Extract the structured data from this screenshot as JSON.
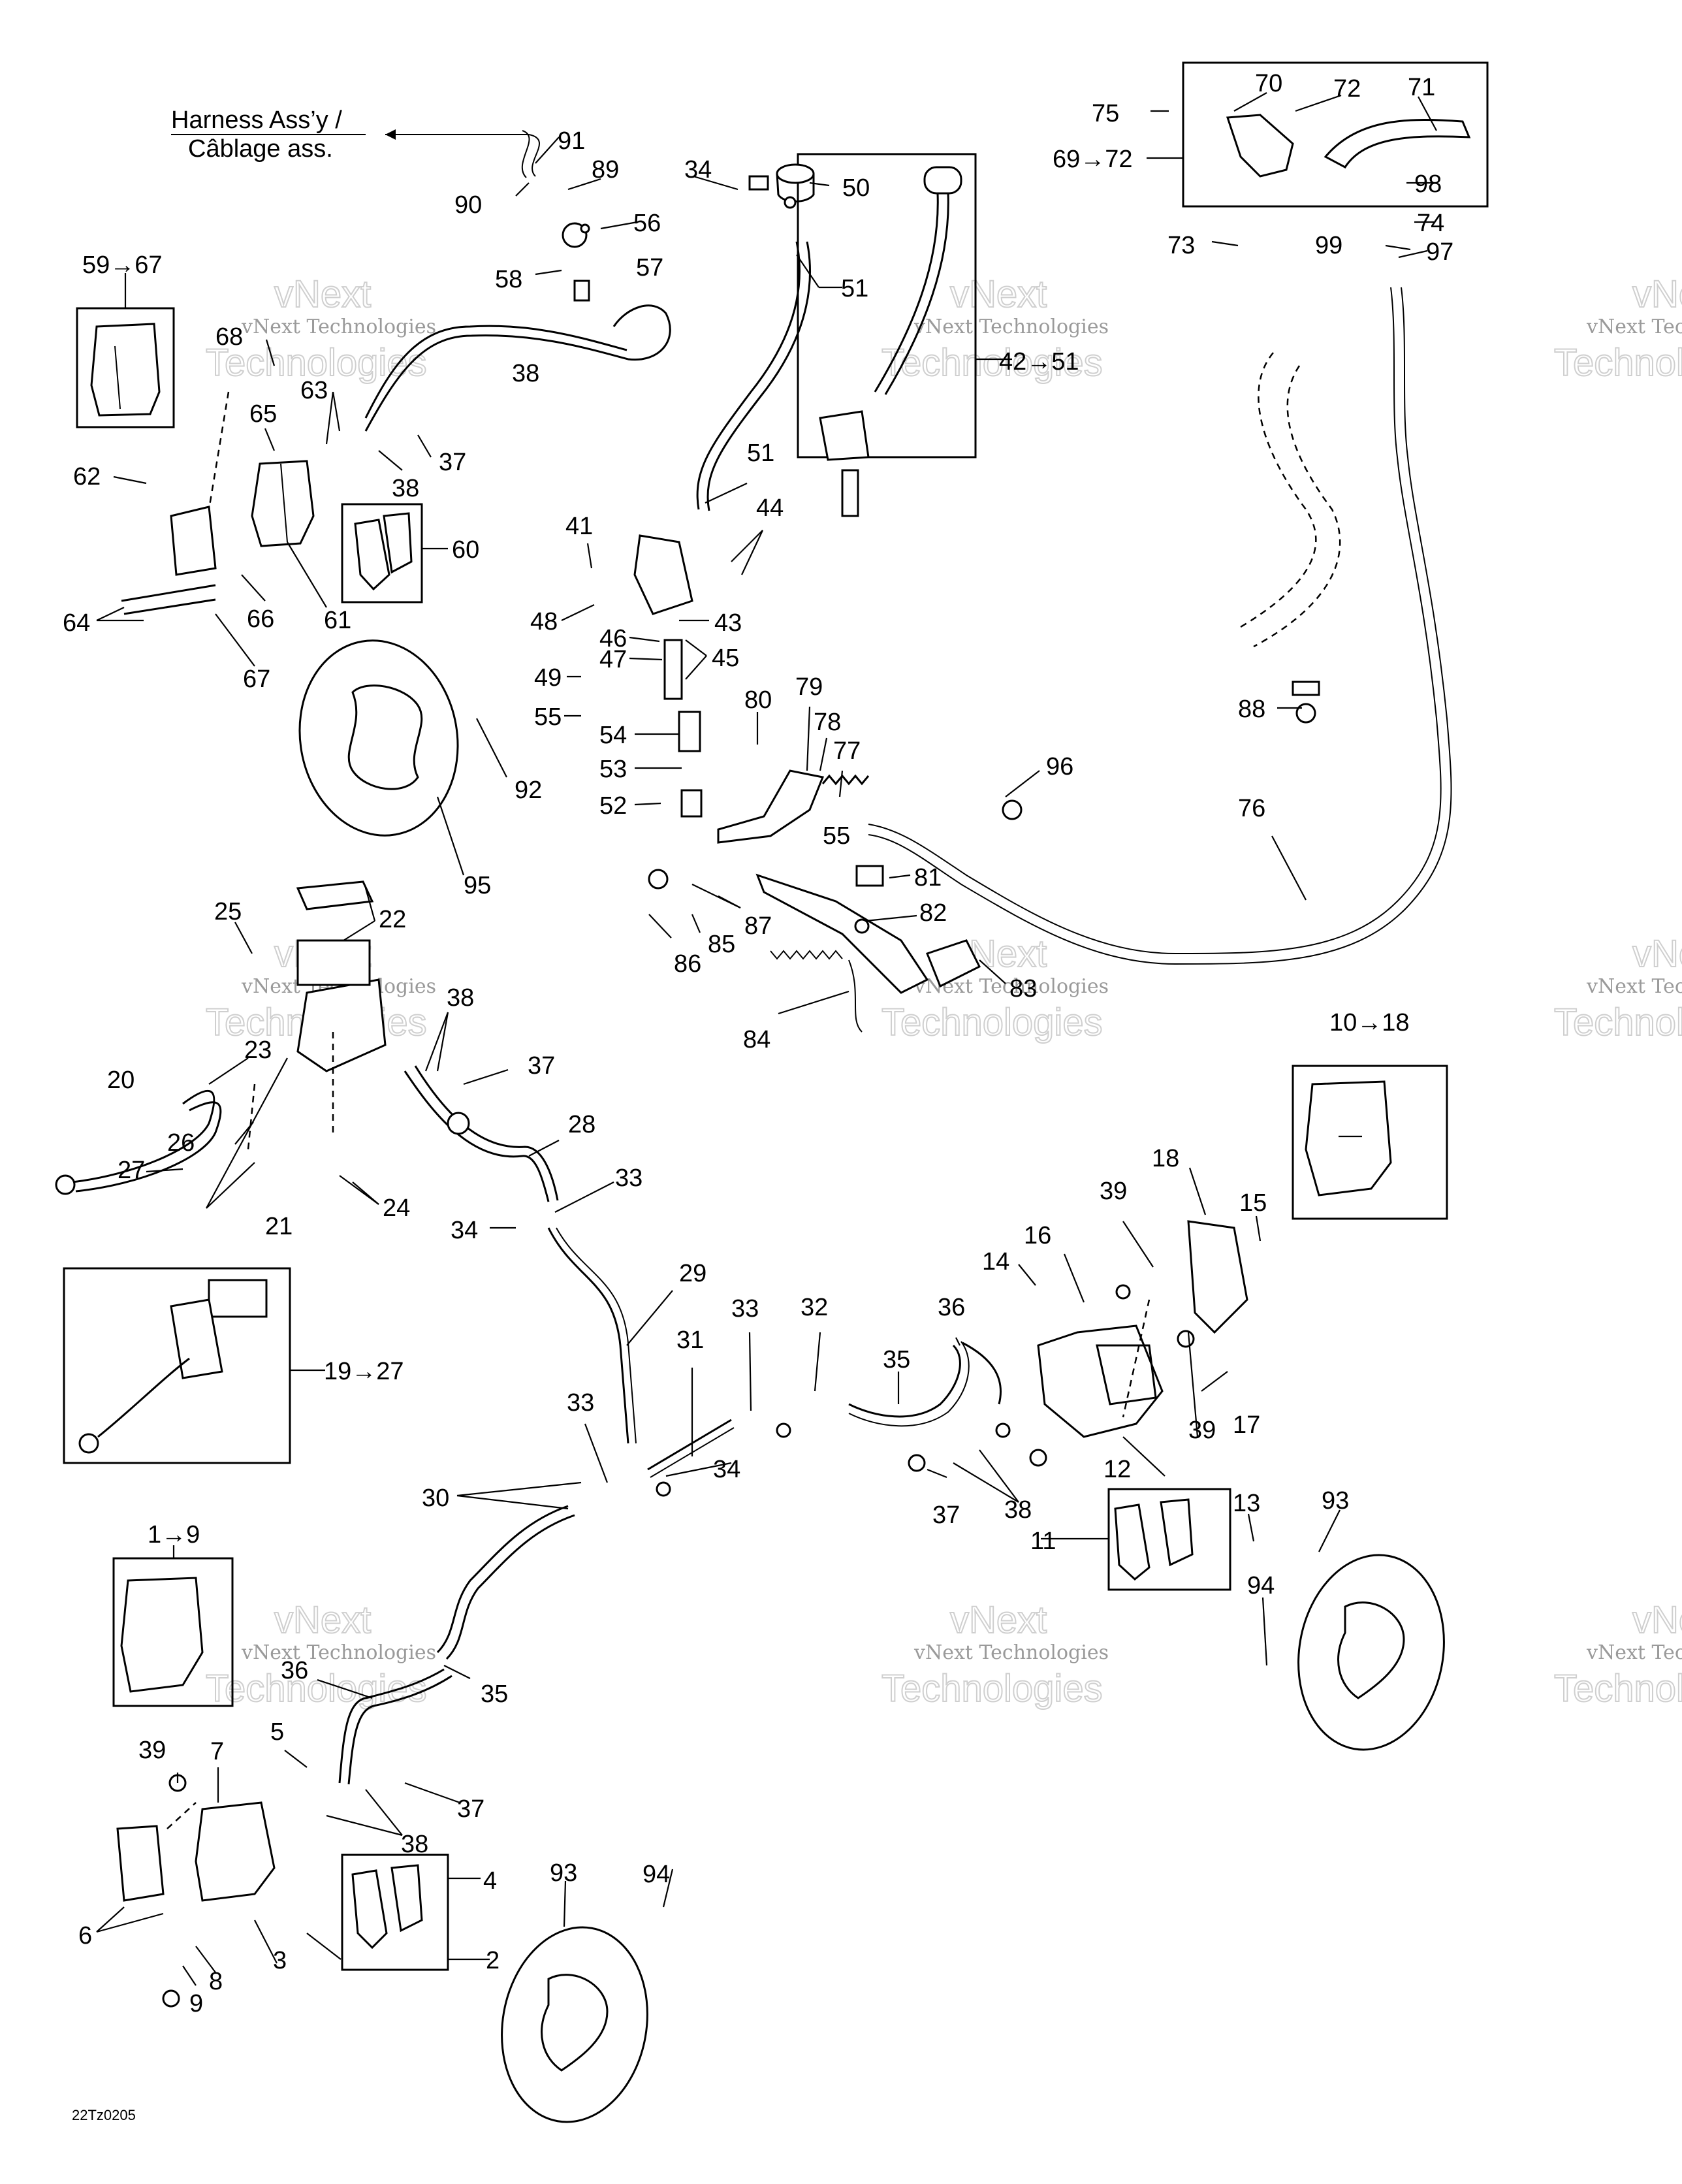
{
  "harness": {
    "line1": "Harness Ass’y /",
    "line2": "Câblage ass."
  },
  "drawing_code": "22Tz0205",
  "watermark": {
    "brand": "vNext",
    "line1": "vNext Technologies",
    "line2": "Technologies"
  },
  "callouts": [
    {
      "id": "c91",
      "label": "91"
    },
    {
      "id": "c90",
      "label": "90"
    },
    {
      "id": "c89",
      "label": "89"
    },
    {
      "id": "c56",
      "label": "56"
    },
    {
      "id": "c58",
      "label": "58"
    },
    {
      "id": "c57",
      "label": "57"
    },
    {
      "id": "c34a",
      "label": "34"
    },
    {
      "id": "c50",
      "label": "50"
    },
    {
      "id": "c51a",
      "label": "51"
    },
    {
      "id": "c42",
      "label": "42→51"
    },
    {
      "id": "c75",
      "label": "75"
    },
    {
      "id": "c70",
      "label": "70"
    },
    {
      "id": "c72",
      "label": "72"
    },
    {
      "id": "c71",
      "label": "71"
    },
    {
      "id": "c69",
      "label": "69→72"
    },
    {
      "id": "c98",
      "label": "98"
    },
    {
      "id": "c74",
      "label": "74"
    },
    {
      "id": "c73",
      "label": "73"
    },
    {
      "id": "c99",
      "label": "99"
    },
    {
      "id": "c97",
      "label": "97"
    },
    {
      "id": "c59",
      "label": "59→67"
    },
    {
      "id": "c68",
      "label": "68"
    },
    {
      "id": "c63",
      "label": "63"
    },
    {
      "id": "c38a",
      "label": "38"
    },
    {
      "id": "c65",
      "label": "65"
    },
    {
      "id": "c37a",
      "label": "37"
    },
    {
      "id": "c38b",
      "label": "38"
    },
    {
      "id": "c62",
      "label": "62"
    },
    {
      "id": "c60",
      "label": "60"
    },
    {
      "id": "c64",
      "label": "64"
    },
    {
      "id": "c66",
      "label": "66"
    },
    {
      "id": "c61",
      "label": "61"
    },
    {
      "id": "c67",
      "label": "67"
    },
    {
      "id": "c51b",
      "label": "51"
    },
    {
      "id": "c44",
      "label": "44"
    },
    {
      "id": "c41",
      "label": "41"
    },
    {
      "id": "c48",
      "label": "48"
    },
    {
      "id": "c43",
      "label": "43"
    },
    {
      "id": "c46",
      "label": "46"
    },
    {
      "id": "c47",
      "label": "47"
    },
    {
      "id": "c45",
      "label": "45"
    },
    {
      "id": "c49",
      "label": "49"
    },
    {
      "id": "c55a",
      "label": "55"
    },
    {
      "id": "c54",
      "label": "54"
    },
    {
      "id": "c53",
      "label": "53"
    },
    {
      "id": "c52",
      "label": "52"
    },
    {
      "id": "c80",
      "label": "80"
    },
    {
      "id": "c79",
      "label": "79"
    },
    {
      "id": "c78",
      "label": "78"
    },
    {
      "id": "c77",
      "label": "77"
    },
    {
      "id": "c96",
      "label": "96"
    },
    {
      "id": "c88",
      "label": "88"
    },
    {
      "id": "c55b",
      "label": "55"
    },
    {
      "id": "c76",
      "label": "76"
    },
    {
      "id": "c81",
      "label": "81"
    },
    {
      "id": "c82",
      "label": "82"
    },
    {
      "id": "c87",
      "label": "87"
    },
    {
      "id": "c85",
      "label": "85"
    },
    {
      "id": "c86",
      "label": "86"
    },
    {
      "id": "c83",
      "label": "83"
    },
    {
      "id": "c84",
      "label": "84"
    },
    {
      "id": "c92",
      "label": "92"
    },
    {
      "id": "c95",
      "label": "95"
    },
    {
      "id": "c25",
      "label": "25"
    },
    {
      "id": "c22",
      "label": "22"
    },
    {
      "id": "c38c",
      "label": "38"
    },
    {
      "id": "c23",
      "label": "23"
    },
    {
      "id": "c37b",
      "label": "37"
    },
    {
      "id": "c20",
      "label": "20"
    },
    {
      "id": "c26",
      "label": "26"
    },
    {
      "id": "c27",
      "label": "27"
    },
    {
      "id": "c21",
      "label": "21"
    },
    {
      "id": "c24",
      "label": "24"
    },
    {
      "id": "c28",
      "label": "28"
    },
    {
      "id": "c33a",
      "label": "33"
    },
    {
      "id": "c34b",
      "label": "34"
    },
    {
      "id": "c10",
      "label": "10→18"
    },
    {
      "id": "c18",
      "label": "18"
    },
    {
      "id": "c39a",
      "label": "39"
    },
    {
      "id": "c15",
      "label": "15"
    },
    {
      "id": "c16",
      "label": "16"
    },
    {
      "id": "c14",
      "label": "14"
    },
    {
      "id": "c19",
      "label": "19→27"
    },
    {
      "id": "c29",
      "label": "29"
    },
    {
      "id": "c33b",
      "label": "33"
    },
    {
      "id": "c32",
      "label": "32"
    },
    {
      "id": "c36a",
      "label": "36"
    },
    {
      "id": "c31",
      "label": "31"
    },
    {
      "id": "c35a",
      "label": "35"
    },
    {
      "id": "c33c",
      "label": "33"
    },
    {
      "id": "c39b",
      "label": "39"
    },
    {
      "id": "c17",
      "label": "17"
    },
    {
      "id": "c34c",
      "label": "34"
    },
    {
      "id": "c12",
      "label": "12"
    },
    {
      "id": "c38d",
      "label": "38"
    },
    {
      "id": "c37c",
      "label": "37"
    },
    {
      "id": "c30",
      "label": "30"
    },
    {
      "id": "c13",
      "label": "13"
    },
    {
      "id": "c93a",
      "label": "93"
    },
    {
      "id": "c11",
      "label": "11"
    },
    {
      "id": "c94a",
      "label": "94"
    },
    {
      "id": "c1",
      "label": "1→9"
    },
    {
      "id": "c36b",
      "label": "36"
    },
    {
      "id": "c35b",
      "label": "35"
    },
    {
      "id": "c39c",
      "label": "39"
    },
    {
      "id": "c7",
      "label": "7"
    },
    {
      "id": "c5",
      "label": "5"
    },
    {
      "id": "c37d",
      "label": "37"
    },
    {
      "id": "c38e",
      "label": "38"
    },
    {
      "id": "c4",
      "label": "4"
    },
    {
      "id": "c93b",
      "label": "93"
    },
    {
      "id": "c94b",
      "label": "94"
    },
    {
      "id": "c6",
      "label": "6"
    },
    {
      "id": "c3",
      "label": "3"
    },
    {
      "id": "c2",
      "label": "2"
    },
    {
      "id": "c8",
      "label": "8"
    },
    {
      "id": "c9",
      "label": "9"
    }
  ]
}
